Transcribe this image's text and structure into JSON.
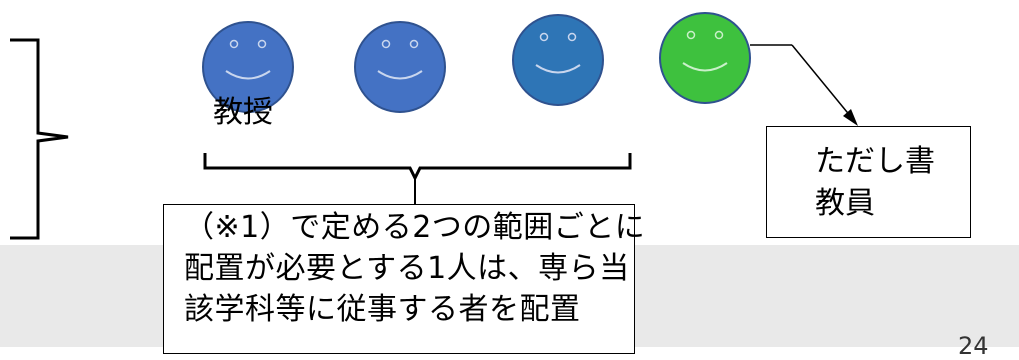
{
  "labels": {
    "kyoju": "教授"
  },
  "tadashi_box": {
    "line1": "ただし書",
    "line2": "教員"
  },
  "main_box": {
    "line1": "（※1）で定める2つの範囲ごとに",
    "line2": "配置が必要とする1人は、専ら当",
    "line3": "該学科等に従事する者を配置"
  },
  "page_number": "24",
  "colors": {
    "face_blue": "#4472c4",
    "face_blue_dark": "#2e75b6",
    "face_green": "#3ec13e",
    "footer_gray": "#e9e9e9"
  },
  "icons": [
    "smiley-face-icon",
    "smiley-face-icon",
    "smiley-face-icon",
    "smiley-face-icon"
  ]
}
